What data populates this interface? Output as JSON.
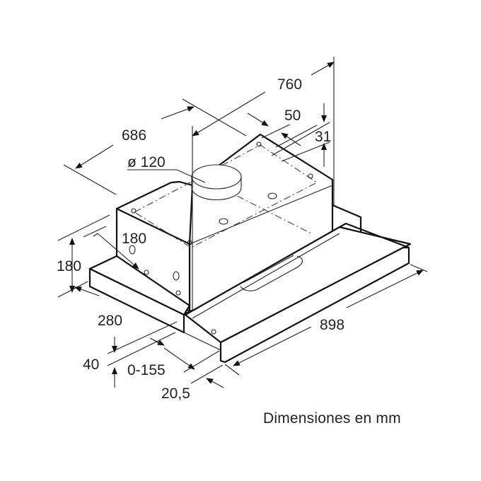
{
  "figure": {
    "subject": "Telescopic extractor hood dimensional drawing",
    "caption": "Dimensiones en mm",
    "dimensions": {
      "total_depth": "760",
      "body_width": "686",
      "vent_offset": "50",
      "vent_height": "31",
      "duct_diameter": "ø 120",
      "body_height_upper": "180",
      "body_height": "180",
      "body_depth": "280",
      "front_height": "40",
      "extension": "0-155",
      "front_thickness": "20,5",
      "total_width": "898"
    }
  }
}
